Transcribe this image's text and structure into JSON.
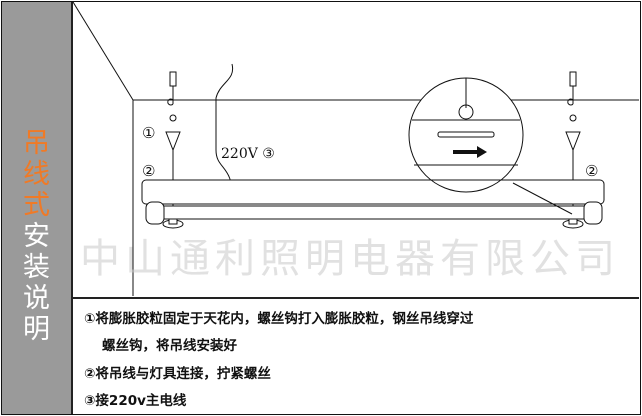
{
  "sidebar": {
    "title_accent": "吊线式",
    "title_rest": "安装说明",
    "accent_color": "#f07a26",
    "bg_color": "#9a9a9a"
  },
  "diagram": {
    "voltage_label": "220V ③",
    "label_1": "①",
    "label_2_left": "②",
    "label_2_right": "②",
    "watermark": "中山通利照明电器有限公司"
  },
  "instructions": [
    "①将膨胀胶粒固定于天花内，螺丝钩打入膨胀胶粒，钢丝吊线穿过",
    "螺丝钩，将吊线安装好",
    "②将吊线与灯具连接，拧紧螺丝",
    "③接220v主电线"
  ]
}
